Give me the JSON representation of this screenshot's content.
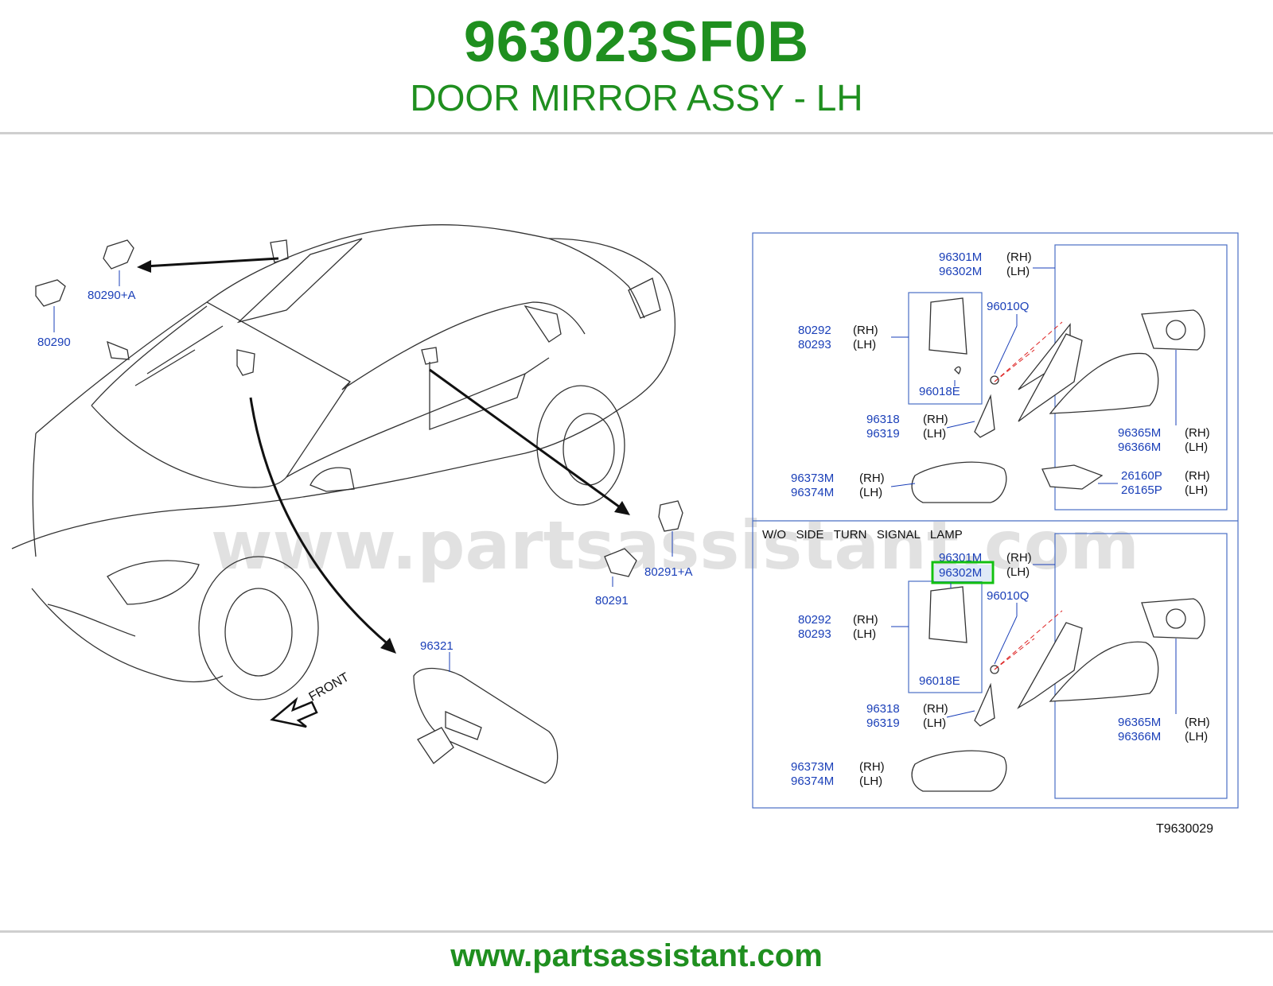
{
  "header": {
    "part_number": "963023SF0B",
    "description": "DOOR MIRROR ASSY - LH"
  },
  "footer": {
    "url": "www.partsassistant.com"
  },
  "watermark": "www.partsassistant.com",
  "diagram": {
    "reference_code": "T9630029",
    "front_label": "FRONT",
    "section_note": "W/O   SIDE   TURN   SIGNAL   LAMP",
    "highlighted_part": "96302M",
    "left_callouts": {
      "c80290a": "80290+A",
      "c80290": "80290",
      "c80291a": "80291+A",
      "c80291": "80291",
      "c96321": "96321"
    },
    "upper_panel": {
      "c96301m": "96301M",
      "c96301m_side": "(RH)",
      "c96302m": "96302M",
      "c96302m_side": "(LH)",
      "c96010q": "96010Q",
      "c80292": "80292",
      "c80292_side": "(RH)",
      "c80293": "80293",
      "c80293_side": "(LH)",
      "c96018e": "96018E",
      "c96318": "96318",
      "c96318_side": "(RH)",
      "c96319": "96319",
      "c96319_side": "(LH)",
      "c96365m": "96365M",
      "c96365m_side": "(RH)",
      "c96366m": "96366M",
      "c96366m_side": "(LH)",
      "c96373m": "96373M",
      "c96373m_side": "(RH)",
      "c96374m": "96374M",
      "c96374m_side": "(LH)",
      "c26160p": "26160P",
      "c26160p_side": "(RH)",
      "c26165p": "26165P",
      "c26165p_side": "(LH)"
    },
    "lower_panel": {
      "c96301m": "96301M",
      "c96301m_side": "(RH)",
      "c96302m": "96302M",
      "c96302m_side": "(LH)",
      "c96010q": "96010Q",
      "c80292": "80292",
      "c80292_side": "(RH)",
      "c80293": "80293",
      "c80293_side": "(LH)",
      "c96018e": "96018E",
      "c96318": "96318",
      "c96318_side": "(RH)",
      "c96319": "96319",
      "c96319_side": "(LH)",
      "c96365m": "96365M",
      "c96365m_side": "(RH)",
      "c96366m": "96366M",
      "c96366m_side": "(LH)",
      "c96373m": "96373M",
      "c96373m_side": "(RH)",
      "c96374m": "96374M",
      "c96374m_side": "(LH)"
    }
  }
}
